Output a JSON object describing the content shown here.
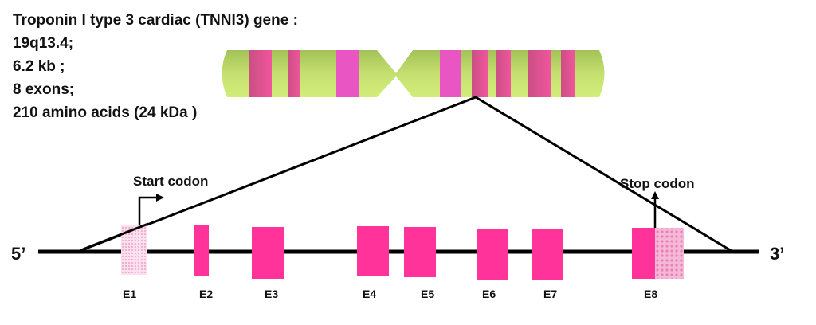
{
  "info": {
    "title": "Troponin I type 3 cardiac (TNNI3) gene :",
    "locus": "19q13.4;",
    "size": "6.2 kb ;",
    "exons": "8 exons;",
    "protein": "210 amino acids (24 kDa )"
  },
  "gene": {
    "five_prime": "5’",
    "three_prime": "3’",
    "start_codon": "Start codon",
    "stop_codon": "Stop codon",
    "exon_labels": [
      "E1",
      "E2",
      "E3",
      "E4",
      "E5",
      "E6",
      "E7",
      "E8"
    ]
  },
  "colors": {
    "exon": "#ff3399",
    "band": "#e8559a",
    "chromosome": "#c8e67a"
  }
}
